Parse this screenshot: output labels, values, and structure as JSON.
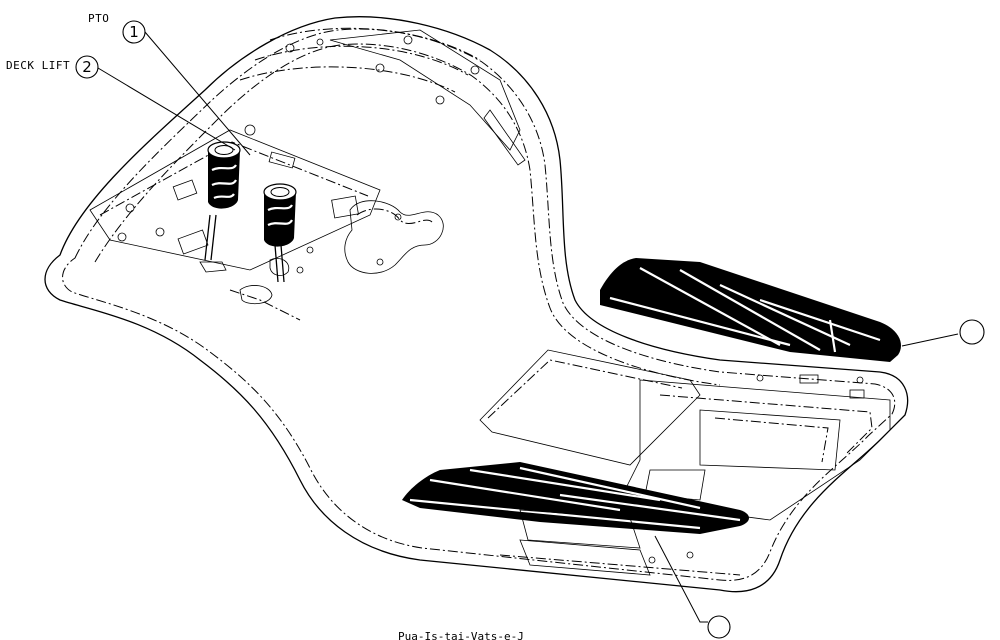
{
  "callouts": [
    {
      "number": "1",
      "label": "PTO"
    },
    {
      "number": "2",
      "label": "DECK LIFT"
    },
    {
      "number": "",
      "label": ""
    },
    {
      "number": "",
      "label": ""
    }
  ],
  "footer": {
    "text": "Pua-Is-tai-Vats-e-J"
  },
  "colors": {
    "line": "#000000",
    "background": "#ffffff",
    "mat_fill": "#000000"
  }
}
